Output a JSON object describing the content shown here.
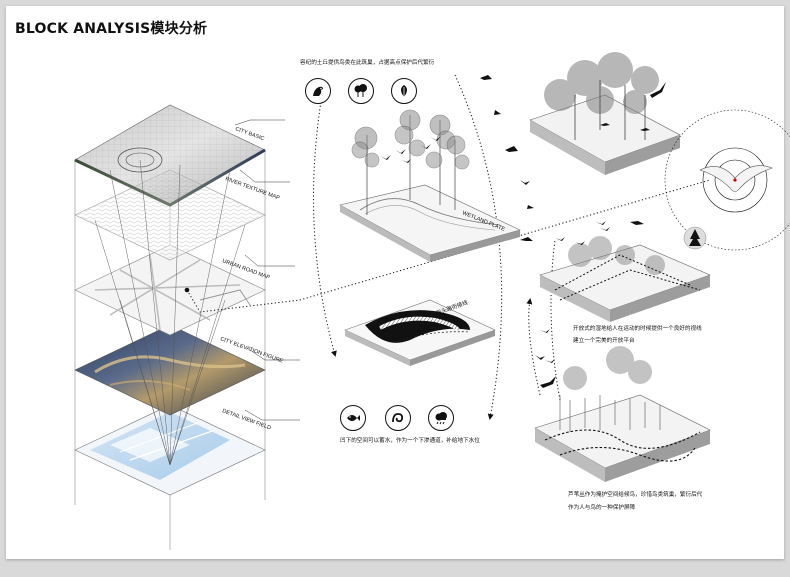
{
  "title": "BLOCK ANALYSIS模块分析",
  "layers": [
    {
      "label": "CITY BASIC"
    },
    {
      "label": "RIVER TEXTURE MAP"
    },
    {
      "label": "URBAN ROAD MAP"
    },
    {
      "label": "CITY ELEVATION FIGURE"
    },
    {
      "label": "DETAIL VIEW FIELD"
    }
  ],
  "wetland_label": "WETLAND PLATE",
  "path_label": "断头路衔接线",
  "captions": {
    "top": "容纪的土丘提供鸟类在此筑巢，占据高点保护后代繁衍",
    "mid_left": "凹下的空间可以蓄水，作为一个下渗通道，补给地下水位",
    "mid_right_1": "开放式的湿地给人在运动的时候提供一个良好的视线",
    "mid_right_2": "建立一个完美的开放平台",
    "bottom_right_1": "芦苇丛作为掩护空间给候鸟，珍惜鸟类筑巢，繁衍后代",
    "bottom_right_2": "作为人与鸟的一种保护屏障"
  },
  "icons_top": [
    "eagle-icon",
    "tree-icon",
    "leaf-icon"
  ],
  "icons_bottom": [
    "fish-icon",
    "water-icon",
    "rain-cloud-icon"
  ]
}
